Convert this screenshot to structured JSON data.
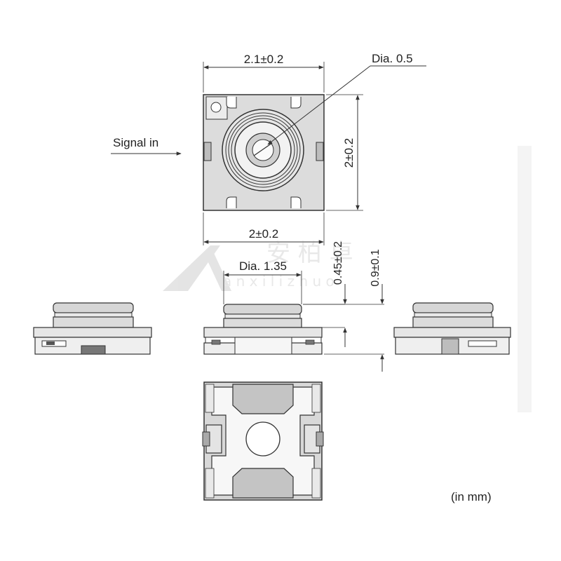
{
  "labels": {
    "width_top": "2.1±0.2",
    "dia_center": "Dia. 0.5",
    "signal_in": "Signal in",
    "height_right": "2±0.2",
    "width_bottom": "2±0.2",
    "dia_body": "Dia. 1.35",
    "height_045": "0.45±0.2",
    "height_09": "0.9±0.1",
    "units": "(in mm)"
  },
  "watermark": {
    "cjk": "安 柏 卓",
    "latin": "a n x i l i z h u o"
  },
  "colors": {
    "line": "#333333",
    "body_fill": "#dcdcdc",
    "pad_fill": "#c8c8c8",
    "background": "#ffffff"
  }
}
